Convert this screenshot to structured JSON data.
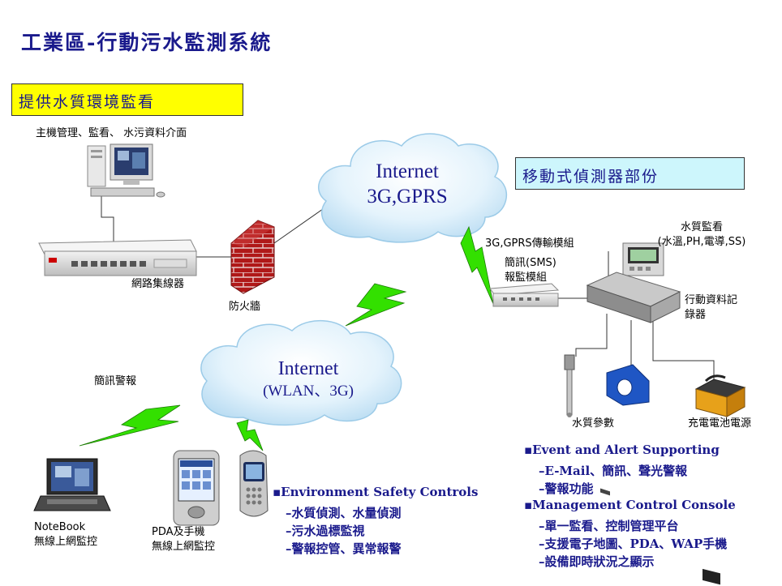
{
  "title": "工業區-行動污水監測系統",
  "top_left_box": "提供水質環境監看",
  "right_box": "移動式偵測器部份",
  "labels": {
    "host_pc": "主機管理、監看、 水污資料介面",
    "hub": "網路集線器",
    "firewall": "防火牆",
    "sms_alert": "簡訊警報",
    "gprs_module": "3G,GPRS傳輸模組",
    "sms_module_1": "簡訊(SMS)",
    "sms_module_2": "報監模組",
    "water_monitor_1": "水質監看",
    "water_monitor_2": "(水溫,PH,電導,SS)",
    "logger_1": "行動資料記",
    "logger_2": "錄器",
    "water_params": "水質參數",
    "battery": "充電電池電源",
    "notebook_1": "NoteBook",
    "notebook_2": "無線上網監控",
    "pda_1": "PDA及手機",
    "pda_2": "無線上網監控"
  },
  "cloud_top": {
    "line1": "Internet",
    "line2": "3G,GPRS"
  },
  "cloud_bottom": {
    "line1": "Internet",
    "line2": "(WLAN、3G)"
  },
  "env_controls": {
    "heading": "▪Environment  Safety Controls",
    "items": [
      "–水質偵測、水量偵測",
      "–污水過標監視",
      "–警報控管、異常報警"
    ]
  },
  "event_alert": {
    "heading": "▪Event and Alert Supporting",
    "items": [
      "–E-Mail、簡訊、聲光警報",
      "–警報功能"
    ]
  },
  "mgmt_console": {
    "heading": "▪Management Control Console",
    "items": [
      "–單一監看、控制管理平台",
      "–支援電子地圖、PDA、WAP手機",
      "–設備即時狀況之顯示"
    ]
  },
  "colors": {
    "title": "#1a1a8c",
    "yellow_box": "#ffff00",
    "cyan_box": "#cdf6fc",
    "lightning": "#33e000",
    "cloud": "#cde9f8",
    "firewall": "#b01818"
  },
  "icons": [
    "desktop-pc-icon",
    "network-hub-icon",
    "firewall-icon",
    "lightning-icon",
    "cloud-icon",
    "laptop-icon",
    "pda-icon",
    "mobile-phone-icon",
    "gprs-module-icon",
    "water-monitor-icon",
    "data-logger-icon",
    "probe-sensor-icon",
    "flow-sensor-icon",
    "battery-icon"
  ]
}
